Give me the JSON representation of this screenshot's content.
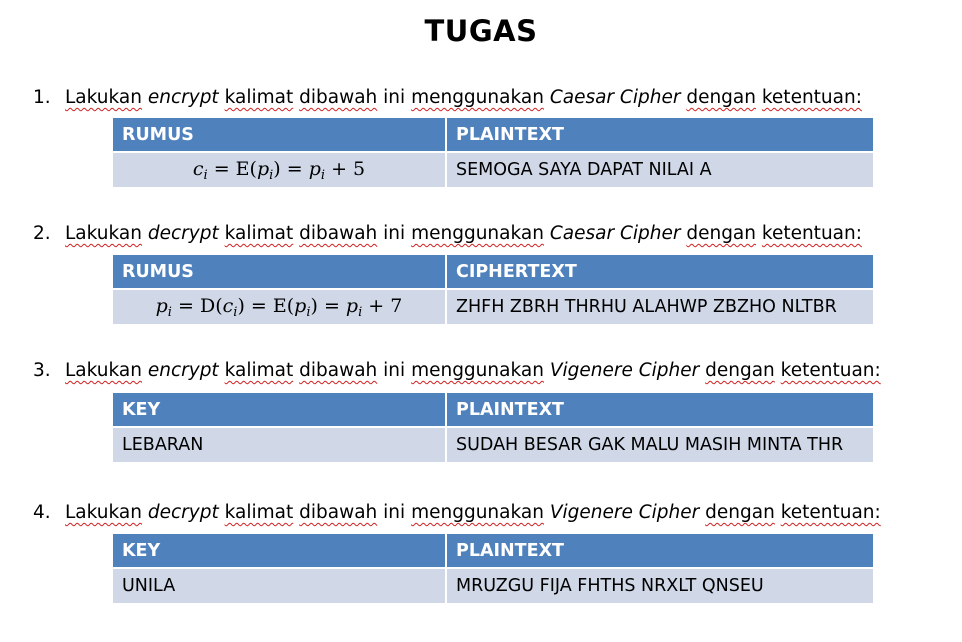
{
  "title": "TUGAS",
  "tasks": [
    {
      "number": "1.",
      "w1": "Lakukan",
      "w2": "encrypt",
      "w3": "kalimat",
      "w4": "dibawah",
      "w5": "ini",
      "w6": "menggunakan",
      "w7": "Caesar",
      "w8": "Cipher",
      "w9": "dengan",
      "w10": "ketentuan:",
      "table": {
        "header_left": "RUMUS",
        "header_right": "PLAINTEXT",
        "formula": "c_i = E(p_i) = p_i + 5",
        "right_value": "SEMOGA SAYA DAPAT NILAI A"
      }
    },
    {
      "number": "2.",
      "w1": "Lakukan",
      "w2": "decrypt",
      "w3": "kalimat",
      "w4": "dibawah",
      "w5": "ini",
      "w6": "menggunakan",
      "w7": "Caesar",
      "w8": "Cipher",
      "w9": "dengan",
      "w10": "ketentuan:",
      "table": {
        "header_left": "RUMUS",
        "header_right": "CIPHERTEXT",
        "formula": "p_i = D(c_i) = E(p_i) = p_i + 7",
        "right_value": "ZHFH ZBRH THRHU ALAHWP ZBZHO NLTBR"
      }
    },
    {
      "number": "3.",
      "w1": "Lakukan",
      "w2": "encrypt",
      "w3": "kalimat",
      "w4": "dibawah",
      "w5": "ini",
      "w6": "menggunakan",
      "w7": "Vigenere",
      "w8": "Cipher",
      "w9": "dengan",
      "w10": "ketentuan:",
      "table": {
        "header_left": "KEY",
        "header_right": "PLAINTEXT",
        "left_value": "LEBARAN",
        "right_value": "SUDAH BESAR GAK MALU MASIH MINTA THR"
      }
    },
    {
      "number": "4.",
      "w1": "Lakukan",
      "w2": "decrypt",
      "w3": "kalimat",
      "w4": "dibawah",
      "w5": "ini",
      "w6": "menggunakan",
      "w7": "Vigenere",
      "w8": "Cipher",
      "w9": "dengan",
      "w10": "ketentuan:",
      "table": {
        "header_left": "KEY",
        "header_right": "PLAINTEXT",
        "left_value": "UNILA",
        "right_value": "MRUZGU FIJA FHTHS NRXLT QNSEU"
      }
    }
  ],
  "colors": {
    "header_bg": "#4f81bd",
    "row_bg": "#d0d8e8",
    "spell_underline": "#d02020"
  }
}
